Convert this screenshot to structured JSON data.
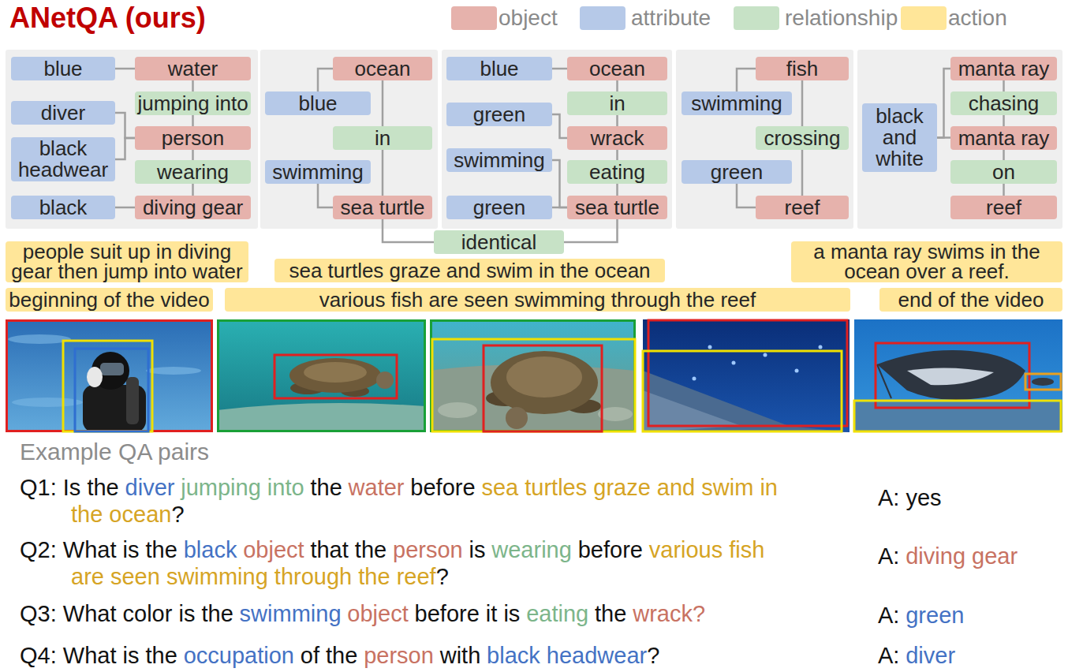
{
  "diagram": {
    "title": "ANetQA (ours)",
    "nodes": [
      {
        "text": [
          "blue"
        ]
      },
      {
        "text": [
          "water"
        ]
      },
      {
        "text": [
          "diver"
        ]
      },
      {
        "text": [
          "jumping into"
        ]
      },
      {
        "text": [
          "person"
        ]
      },
      {
        "text": [
          "black headwear"
        ]
      },
      {
        "text": [
          "wearing"
        ]
      },
      {
        "text": [
          "black"
        ]
      },
      {
        "text": [
          "diving gear"
        ]
      },
      {
        "text": [
          "ocean"
        ]
      },
      {
        "text": [
          "blue"
        ]
      },
      {
        "text": [
          "in"
        ]
      },
      {
        "text": [
          "swimming"
        ]
      },
      {
        "text": [
          "sea turtle"
        ]
      },
      {
        "text": [
          "blue"
        ]
      },
      {
        "text": [
          "ocean"
        ]
      },
      {
        "text": [
          "green"
        ]
      },
      {
        "text": [
          "in"
        ]
      },
      {
        "text": [
          "wrack"
        ]
      },
      {
        "text": [
          "swimming"
        ]
      },
      {
        "text": [
          "eating"
        ]
      },
      {
        "text": [
          "green"
        ]
      },
      {
        "text": [
          "sea turtle"
        ]
      },
      {
        "text": [
          "fish"
        ]
      },
      {
        "text": [
          "swimming"
        ]
      },
      {
        "text": [
          "crossing"
        ]
      },
      {
        "text": [
          "green"
        ]
      },
      {
        "text": [
          "reef"
        ]
      },
      {
        "text": [
          "manta ray"
        ]
      },
      {
        "text": [
          "chasing"
        ]
      },
      {
        "text": [
          "black and white"
        ]
      },
      {
        "text": [
          "manta ray"
        ]
      },
      {
        "text": [
          "on"
        ]
      },
      {
        "text": [
          "reef"
        ]
      },
      {
        "text": [
          "identical"
        ]
      },
      {
        "text": [
          "people suit up in diving gear then jump into water"
        ]
      },
      {
        "text": [
          "sea turtles graze and swim in the ocean"
        ]
      },
      {
        "text": [
          "a manta ray swims in the ocean over a reef."
        ]
      },
      {
        "text": [
          "beginning of the video"
        ]
      },
      {
        "text": [
          "various fish are seen swimming through the reef"
        ]
      },
      {
        "text": [
          "end of the video"
        ]
      }
    ],
    "edges": [
      {
        "from": 0,
        "to": 1,
        "arrow": "none"
      },
      {
        "from": 1,
        "to": 3,
        "arrow": "none"
      },
      {
        "from": 3,
        "to": 4,
        "arrow": "none"
      },
      {
        "from": 4,
        "to": 6,
        "arrow": "none"
      },
      {
        "from": 6,
        "to": 8,
        "arrow": "none"
      },
      {
        "from": 2,
        "to": 4,
        "arrow": "none"
      },
      {
        "from": 5,
        "to": 4,
        "arrow": "none"
      },
      {
        "from": 7,
        "to": 8,
        "arrow": "none"
      },
      {
        "from": 9,
        "to": 10,
        "arrow": "none"
      },
      {
        "from": 9,
        "to": 11,
        "arrow": "none"
      },
      {
        "from": 11,
        "to": 13,
        "arrow": "none"
      },
      {
        "from": 12,
        "to": 13,
        "arrow": "none"
      },
      {
        "from": 13,
        "to": 34,
        "arrow": "none"
      },
      {
        "from": 34,
        "to": 22,
        "arrow": "none"
      },
      {
        "from": 14,
        "to": 15,
        "arrow": "none"
      },
      {
        "from": 15,
        "to": 17,
        "arrow": "none"
      },
      {
        "from": 17,
        "to": 18,
        "arrow": "none"
      },
      {
        "from": 18,
        "to": 20,
        "arrow": "none"
      },
      {
        "from": 20,
        "to": 22,
        "arrow": "none"
      },
      {
        "from": 16,
        "to": 18,
        "arrow": "none"
      },
      {
        "from": 19,
        "to": 22,
        "arrow": "none"
      },
      {
        "from": 21,
        "to": 22,
        "arrow": "none"
      },
      {
        "from": 23,
        "to": 24,
        "arrow": "none"
      },
      {
        "from": 23,
        "to": 25,
        "arrow": "none"
      },
      {
        "from": 25,
        "to": 27,
        "arrow": "none"
      },
      {
        "from": 26,
        "to": 27,
        "arrow": "none"
      },
      {
        "from": 28,
        "to": 29,
        "arrow": "none"
      },
      {
        "from": 29,
        "to": 31,
        "arrow": "none"
      },
      {
        "from": 31,
        "to": 32,
        "arrow": "none"
      },
      {
        "from": 32,
        "to": 33,
        "arrow": "none"
      },
      {
        "from": 30,
        "to": 28,
        "arrow": "none"
      },
      {
        "from": 30,
        "to": 31,
        "arrow": "none"
      }
    ],
    "labels": [
      "Example QA pairs",
      "Q1: Is the",
      "diver",
      "jumping into",
      "the",
      "water",
      "before",
      "sea turtles graze and swim in the ocean",
      "?",
      "A: yes",
      "Q2: What is the",
      "black",
      "object",
      "that the",
      "person",
      "is",
      "wearing",
      "before",
      "various fish are seen swimming through the reef",
      "?",
      "A:",
      "diving gear",
      "Q3: What color is the",
      "swimming",
      "object",
      "before it is",
      "eating",
      "the",
      "wrack?",
      "A:",
      "green",
      "Q4: What is the",
      "occupation",
      "of the",
      "person",
      "with",
      "black headwear",
      "?",
      "A:",
      "diver"
    ],
    "legend": [
      {
        "text": "object",
        "color": "#e6b2ac"
      },
      {
        "text": "attribute",
        "color": "#b6c9e8"
      },
      {
        "text": "relationship",
        "color": "#c7e2c6"
      },
      {
        "text": "action",
        "color": "#ffe699"
      }
    ]
  }
}
